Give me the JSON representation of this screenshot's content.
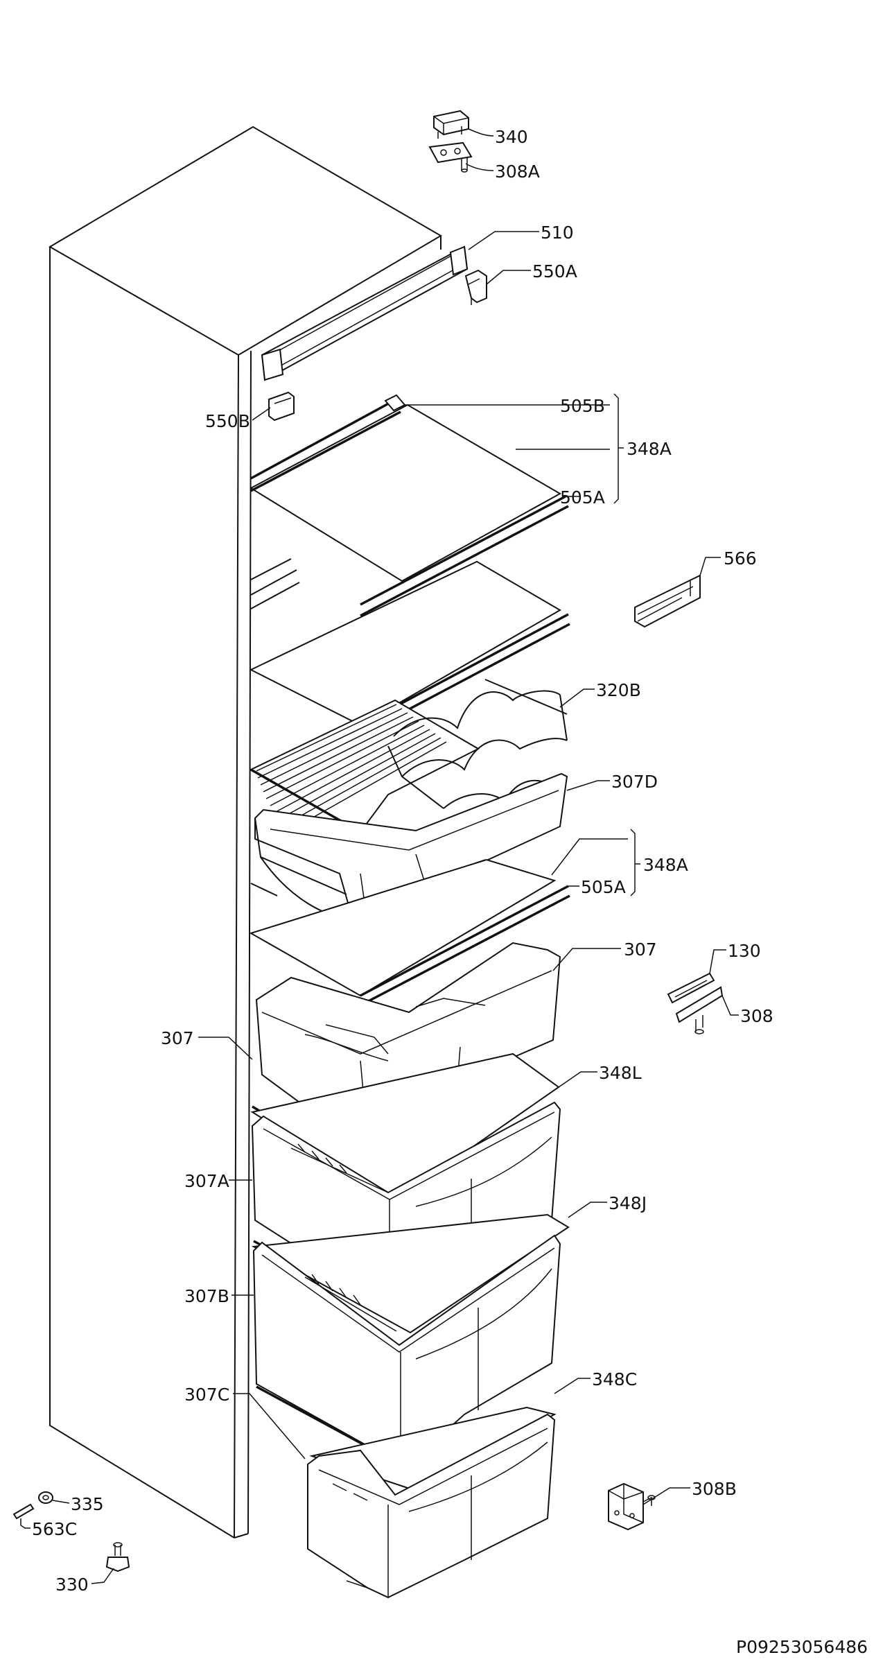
{
  "callouts": {
    "l340": "340",
    "l308a": "308A",
    "l510": "510",
    "l550a": "550A",
    "l550b": "550B",
    "l505b": "505B",
    "l348a_top": "348A",
    "l505a_top": "505A",
    "l566": "566",
    "l320b": "320B",
    "l307d": "307D",
    "l348a_mid": "348A",
    "l505a_mid": "505A",
    "l307_right": "307",
    "l130": "130",
    "l308": "308",
    "l307_left": "307",
    "l348l": "348L",
    "l307a": "307A",
    "l348j": "348J",
    "l307b": "307B",
    "l348c": "348C",
    "l307c": "307C",
    "l308b": "308B",
    "l335": "335",
    "l563c": "563C",
    "l330": "330"
  },
  "footer": {
    "document_code": "P09253056486"
  }
}
